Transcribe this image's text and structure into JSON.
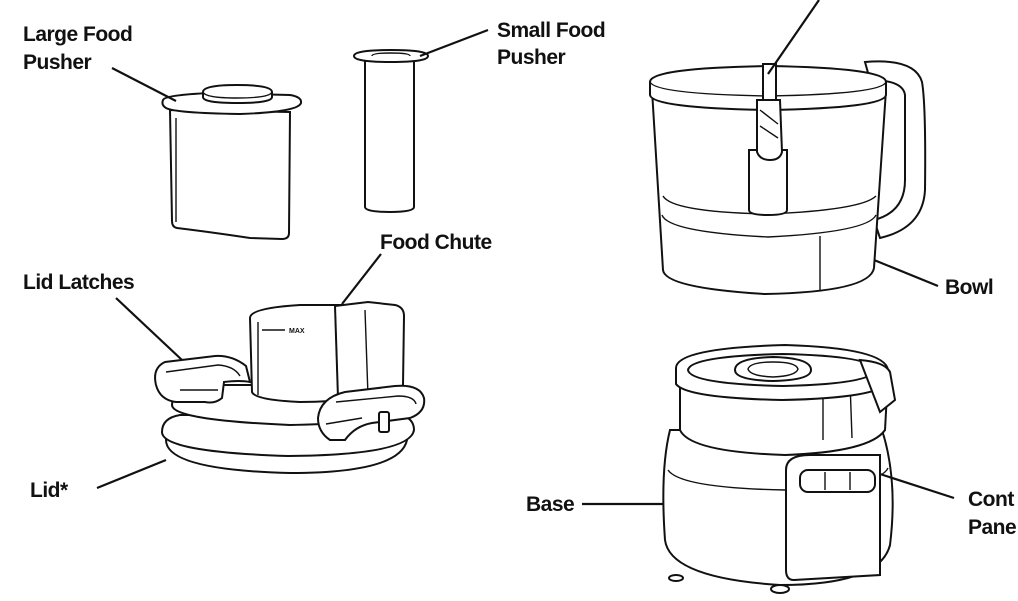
{
  "labels": {
    "large_food_pusher": [
      "Large Food",
      "Pusher"
    ],
    "small_food_pusher": [
      "Small Food",
      "Pusher"
    ],
    "food_chute": "Food Chute",
    "lid_latches": "Lid Latches",
    "lid": "Lid*",
    "bowl": "Bowl",
    "base": "Base",
    "control_panel": [
      "Cont",
      "Pane"
    ],
    "max_mark": "MAX"
  }
}
